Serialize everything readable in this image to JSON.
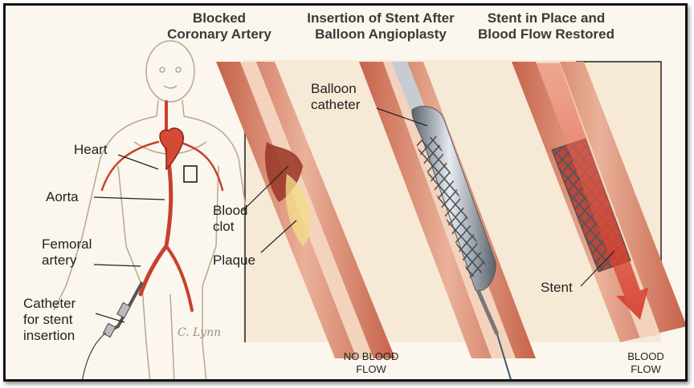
{
  "headers": {
    "blocked": [
      "Blocked",
      "Coronary Artery"
    ],
    "insertion": [
      "Insertion of Stent After",
      "Balloon Angioplasty"
    ],
    "restored": [
      "Stent in Place and",
      "Blood Flow Restored"
    ]
  },
  "labels": {
    "heart": "Heart",
    "aorta": "Aorta",
    "femoral": [
      "Femoral",
      "artery"
    ],
    "catheter": [
      "Catheter",
      "for stent",
      "insertion"
    ],
    "blood_clot": [
      "Blood",
      "clot"
    ],
    "plaque": "Plaque",
    "balloon_catheter": [
      "Balloon",
      "catheter"
    ],
    "stent": "Stent",
    "no_blood_flow": [
      "NO BLOOD",
      "FLOW"
    ],
    "blood_flow": [
      "BLOOD",
      "FLOW"
    ]
  },
  "signature": "C. Lynn",
  "colors": {
    "artery_wall": "#e7a08a",
    "artery_dark": "#c7624a",
    "lumen": "#f3d3bd",
    "plaque": "#f3dc8a",
    "clot": "#9c3a2a",
    "blood_arrow": "#d9402e",
    "stent_metal": "#7d8590",
    "skin_line": "#b8a78e"
  }
}
